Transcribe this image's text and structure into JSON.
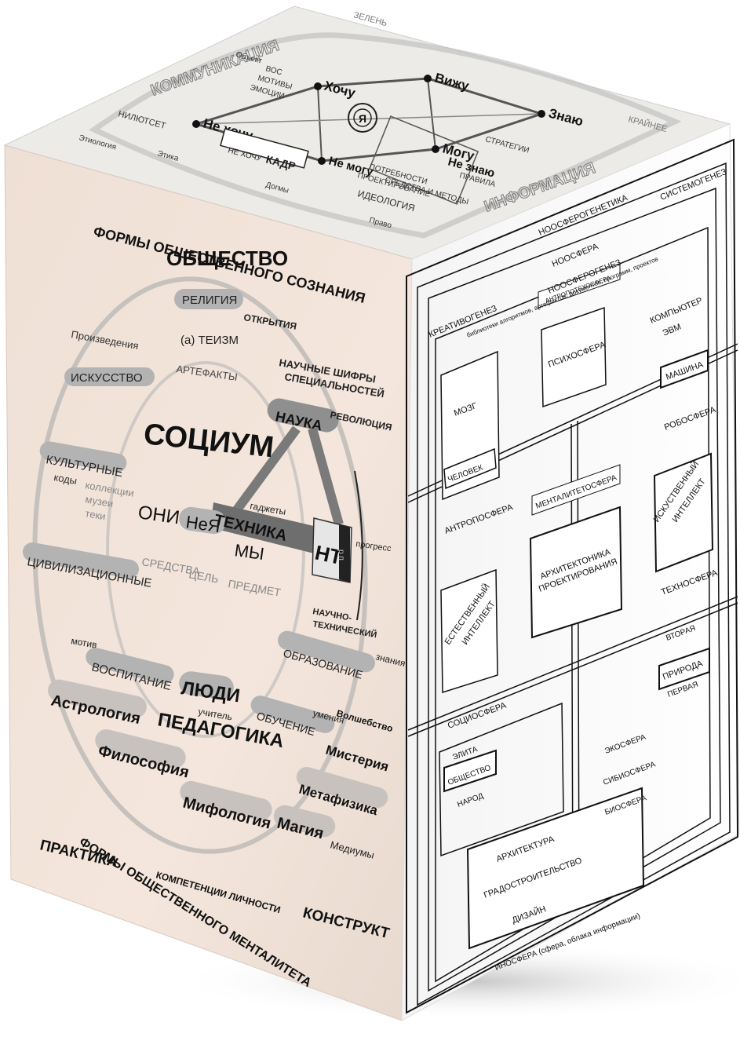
{
  "top_face": {
    "arcs": {
      "kommunikatsiya": "КОММУНИКАЦИЯ",
      "informatsiya": "ИНФОРМАЦИЯ"
    },
    "corners": {
      "top": "ЗЕЛЕНЬ",
      "right": "КРАЙНЕЕ"
    },
    "nodes": {
      "hochu": "Хочу",
      "ne_hochu": "Не хочу",
      "vizhu": "Вижу",
      "mogu": "Могу",
      "znayu": "Знаю",
      "ne_mogu": "Не могу",
      "ne_znayu": "Не знаю",
      "ya": "Я"
    },
    "labels": {
      "obyekt": "Объект",
      "vos": "ВОС",
      "motivy": "МОТИВЫ",
      "emotsii": "ЭМОЦИИ",
      "nilyutset": "НИЛЮТСЕТ",
      "etiologiya": "Этиология",
      "etika": "Этика",
      "ne_hochu_box": "НЕ ХОЧУ",
      "kadr": "КАДР",
      "dogmy": "Догмы",
      "ideologiya": "ИДЕОЛОГИЯ",
      "pravo": "Право",
      "pravila": "ПРАВИЛА",
      "potrebnosti": "ПОТРЕБНОСТИ",
      "sredstva_i_metody": "СРЕДСТВА И МЕТОДЫ",
      "proektirovanie": "ПРОЕКТИРОВАНИЕ",
      "strategii": "СТРАТЕГИИ"
    }
  },
  "left_face": {
    "title_top": "ФОРМЫ ОБЩЕСТВЕННОГО СОЗНАНИЯ",
    "title_bottom": "ФОРМЫ ОБЩЕСТВЕННОГО МЕНТАЛИТЕТА",
    "subtitle_bottom": "КОМПЕТЕНЦИИ ЛИЧНОСТИ",
    "obshchestvo": "ОБЩЕСТВО",
    "praktika": "ПРАКТИКА",
    "konstrukt": "КОНСТРУКТ",
    "ring_pills": {
      "religiya": "РЕЛИГИЯ",
      "iskusstvo": "ИСКУССТВО",
      "kulturnye": "КУЛЬТУРНЫЕ",
      "tsivilizatsionnye": "ЦИВИЛИЗАЦИОННЫЕ",
      "vospitanie": "ВОСПИТАНИЕ",
      "obuchenie": "ОБУЧЕНИЕ",
      "obrazovanie": "ОБРАЗОВАНИЕ",
      "nauka": "НАУКА"
    },
    "labels": {
      "teizm": "(а) ТЕИЗМ",
      "artefakty": "АРТЕФАКТЫ",
      "otkrytiya": "ОТКРЫТИЯ",
      "nauchnye_shifry": "НАУЧНЫЕ ШИФРЫ",
      "spetsialnostey": "СПЕЦИАЛЬНОСТЕЙ",
      "revolyutsiya": "РЕВОЛЮЦИЯ",
      "proizvedeniya": "Произведения",
      "kody": "коды",
      "kollektsii": "коллекции",
      "muzei": "музеи",
      "teki": "теки",
      "progress": "прогресс",
      "nauchno": "НАУЧНО-",
      "tekhnicheskiy": "ТЕХНИЧЕСКИЙ",
      "motiv": "мотив",
      "znaniya": "знания",
      "umeniya": "умения",
      "uchitel": "учитель",
      "gadzhety": "гаджеты",
      "sredstva": "СРЕДСТВА",
      "tsel": "ЦЕЛЬ",
      "predmet": "ПРЕДМЕТ",
      "tp": "р п"
    },
    "inner": {
      "sotsium": "СОЦИУМ",
      "oni": "ОНИ",
      "neya": "НеЯ",
      "my": "МЫ",
      "tekhnika": "ТЕХНИКА",
      "nt": "НТ",
      "lyudi": "ЛЮДИ",
      "pedagogika": "ПЕДАГОГИКА"
    },
    "mentality": {
      "astrologiya": "Астрология",
      "filosofiya": "Философия",
      "mifologiya": "Мифология",
      "magiya": "Магия",
      "mediumy": "Медиумы",
      "metafizika": "Метафизика",
      "misteriya": "Мистерия",
      "volshebstvo": "Волшебство"
    }
  },
  "right_face": {
    "noosferogenetika": "НООСФЕРОГЕНЕТИКА",
    "sistemogenez": "СИСТЕМОГЕНЕЗ",
    "noosfera": "НООСФЕРА",
    "noosferogenez": "НООСФЕРОГЕНЕЗ",
    "kreativogenez": "КРЕАТИВОГЕНЕЗ",
    "biblioteki": "библиотеки алгоритмов, артефактов, документов, программ, проектов",
    "antropotekhosfera": "АНТРОПОТЕХОСФЕРА",
    "psikhosfera": "ПСИХОСФЕРА",
    "kompyuter": "КОМПЬЮТЕР",
    "evm": "ЭВМ",
    "mozg": "МОЗГ",
    "mashina": "МАШИНА",
    "robosfera": "РОБОСФЕРА",
    "chelovek": "ЧЕЛОВЕК",
    "mentalitetosfera": "МЕНТАЛИТЕТОСФЕРА",
    "antroposfera": "АНТРОПОСФЕРА",
    "iskusstvennyy": "ИСКУСТВЕННЫЙ",
    "intellekt": "ИНТЕЛЛЕКТ",
    "arkhitektonika": "АРХИТЕКТОНИКА",
    "proektirovaniya": "ПРОЕКТИРОВАНИЯ",
    "estestvennyy": "ЕСТЕСТВЕННЫЙ",
    "intellekt2": "ИНТЕЛЛЕКТ",
    "tekhnosfera": "ТЕХНОСФЕРА",
    "vtoraya": "ВТОРАЯ",
    "priroda": "ПРИРОДА",
    "pervaya": "ПЕРВАЯ",
    "sotsiosfera": "СОЦИОСФЕРА",
    "elita": "ЭЛИТА",
    "obshchestvo": "ОБЩЕСТВО",
    "narod": "НАРОД",
    "ekosfera": "ЭКОСФЕРА",
    "sibiosfera": "СИБИОСФЕРА",
    "biosfera": "БИОСФЕРА",
    "arkhitektura": "АРХИТЕКТУРА",
    "gradostroitelstvo": "ГРАДОСТРОИТЕЛЬСТВО",
    "dizayn": "ДИЗАЙН",
    "inosfera": "ИНОСФЕРА (сфера, облака информации)"
  },
  "colors": {
    "left_face": "#f2e2d8",
    "right_face": "#fbfbfb",
    "top_face": "#ecebe8",
    "pill": "#b3b3b3",
    "ink": "#111111"
  }
}
